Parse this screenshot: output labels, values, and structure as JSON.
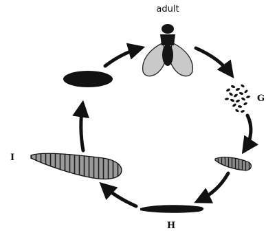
{
  "diagram": {
    "labels": {
      "adult": "adult",
      "g": "G",
      "h": "H",
      "i": "I"
    }
  }
}
